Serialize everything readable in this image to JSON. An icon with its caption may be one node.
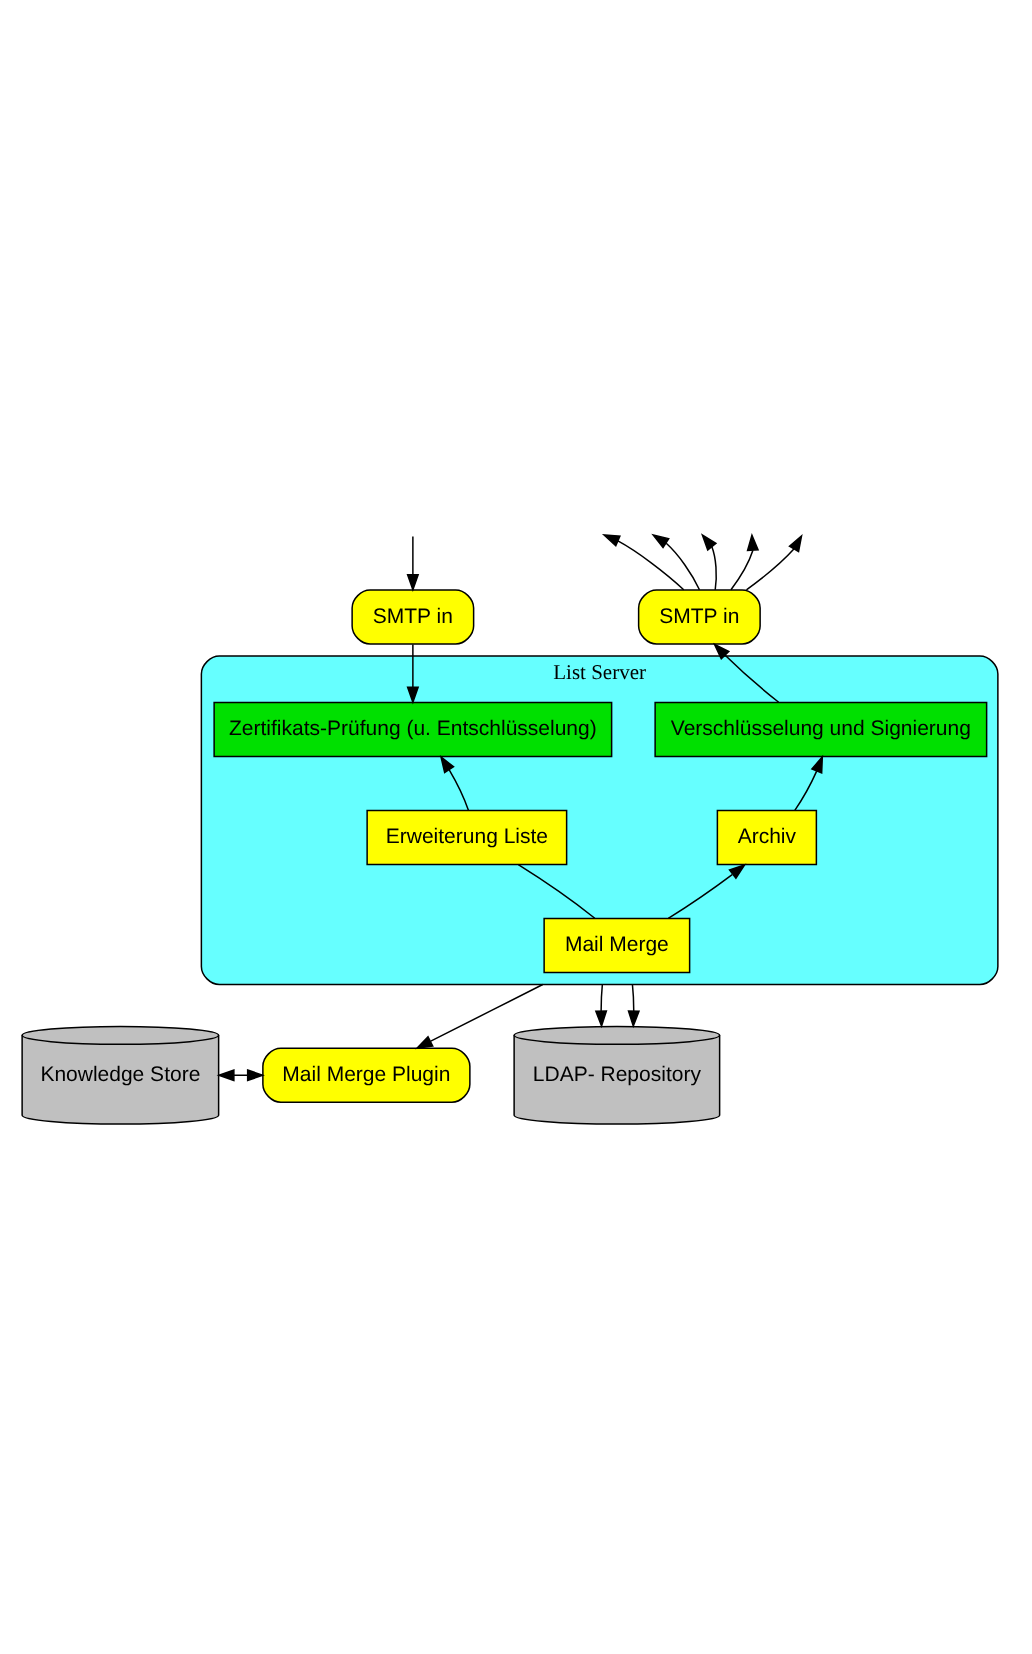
{
  "diagram": {
    "nodes": [
      {
        "text": [
          "SMTP in"
        ]
      },
      {
        "text": [
          "SMTP in"
        ]
      },
      {
        "text": [
          "List Server"
        ]
      },
      {
        "text": [
          "Verschlüsselung und Signierung"
        ],
        "in": 2
      },
      {
        "text": [
          "Zertifikats-Prüfung (u. Entschlüsselung)"
        ],
        "in": 2
      },
      {
        "text": [
          "Archiv"
        ],
        "in": 2
      },
      {
        "text": [
          "Erweiterung Liste"
        ],
        "in": 2
      },
      {
        "text": [
          "Mail Merge"
        ],
        "in": 2
      },
      {
        "text": [
          "Mail Merge Plugin"
        ]
      },
      {
        "text": [
          "Knowledge Store"
        ]
      },
      {
        "text": [
          "LDAP- Repository"
        ]
      }
    ],
    "edges": [
      {
        "from": 0,
        "to": null,
        "arrow": "to"
      },
      {
        "from": 0,
        "to": null,
        "arrow": "to"
      },
      {
        "from": 0,
        "to": null,
        "arrow": "to"
      },
      {
        "from": 0,
        "to": null,
        "arrow": "to"
      },
      {
        "from": 0,
        "to": null,
        "arrow": "to"
      },
      {
        "from": null,
        "to": 1,
        "arrow": "to"
      },
      {
        "from": 1,
        "to": 4,
        "arrow": "to"
      },
      {
        "from": 3,
        "to": 0,
        "arrow": "to"
      },
      {
        "from": 5,
        "to": 3,
        "arrow": "to"
      },
      {
        "from": 6,
        "to": 4,
        "arrow": "to"
      },
      {
        "from": 7,
        "to": 5,
        "arrow": "to"
      },
      {
        "from": 7,
        "to": 6,
        "arrow": "none"
      },
      {
        "from": 2,
        "to": 8,
        "arrow": "to"
      },
      {
        "from": 2,
        "to": 10,
        "arrow": "to"
      },
      {
        "from": 2,
        "to": 10,
        "arrow": "to"
      },
      {
        "from": 9,
        "to": 8,
        "arrow": "both"
      }
    ]
  }
}
